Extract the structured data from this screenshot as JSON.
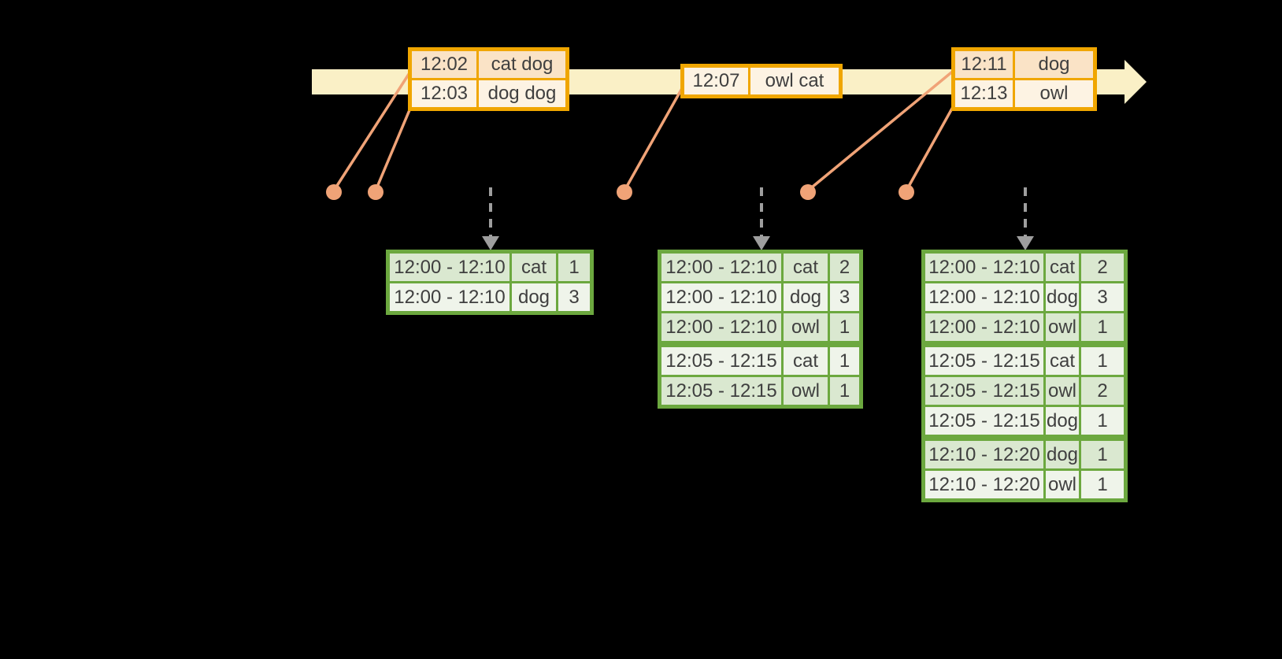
{
  "colors": {
    "background": "#000000",
    "timeline_band": "#FAF0C6",
    "event_border": "#F0A600",
    "event_fill_dark": "#FAE3C6",
    "event_fill_light": "#FDF3E3",
    "connector": "#F0A377",
    "trigger_arrow": "#9E9E9E",
    "result_border": "#6CA83F",
    "result_fill_dark": "#DAE8D0",
    "result_fill_light": "#EFF4EA",
    "text": "#3F3F3F"
  },
  "icons": {
    "timeline_arrow": "right-arrow",
    "trigger_arrow": "dashed-down-arrow",
    "event_marker": "dot"
  },
  "event_tables": [
    {
      "rows": [
        {
          "time": "12:02",
          "words": "cat dog",
          "shade": "dark"
        },
        {
          "time": "12:03",
          "words": "dog dog",
          "shade": "light"
        }
      ]
    },
    {
      "rows": [
        {
          "time": "12:07",
          "words": "owl cat",
          "shade": "light"
        }
      ]
    },
    {
      "rows": [
        {
          "time": "12:11",
          "words": "dog",
          "shade": "dark"
        },
        {
          "time": "12:13",
          "words": "owl",
          "shade": "light"
        }
      ]
    }
  ],
  "result_tables": [
    {
      "rows": [
        {
          "window": "12:00 - 12:10",
          "word": "cat",
          "count": "1"
        },
        {
          "window": "12:00 - 12:10",
          "word": "dog",
          "count": "3"
        }
      ]
    },
    {
      "rows": [
        {
          "window": "12:00 - 12:10",
          "word": "cat",
          "count": "2"
        },
        {
          "window": "12:00 - 12:10",
          "word": "dog",
          "count": "3"
        },
        {
          "window": "12:00 - 12:10",
          "word": "owl",
          "count": "1"
        },
        {
          "window": "12:05 - 12:15",
          "word": "cat",
          "count": "1"
        },
        {
          "window": "12:05 - 12:15",
          "word": "owl",
          "count": "1"
        }
      ]
    },
    {
      "rows": [
        {
          "window": "12:00 - 12:10",
          "word": "cat",
          "count": "2"
        },
        {
          "window": "12:00 - 12:10",
          "word": "dog",
          "count": "3"
        },
        {
          "window": "12:00 - 12:10",
          "word": "owl",
          "count": "1"
        },
        {
          "window": "12:05 - 12:15",
          "word": "cat",
          "count": "1"
        },
        {
          "window": "12:05 - 12:15",
          "word": "owl",
          "count": "2"
        },
        {
          "window": "12:05 - 12:15",
          "word": "dog",
          "count": "1"
        },
        {
          "window": "12:10 - 12:20",
          "word": "dog",
          "count": "1"
        },
        {
          "window": "12:10 - 12:20",
          "word": "owl",
          "count": "1"
        }
      ]
    }
  ]
}
